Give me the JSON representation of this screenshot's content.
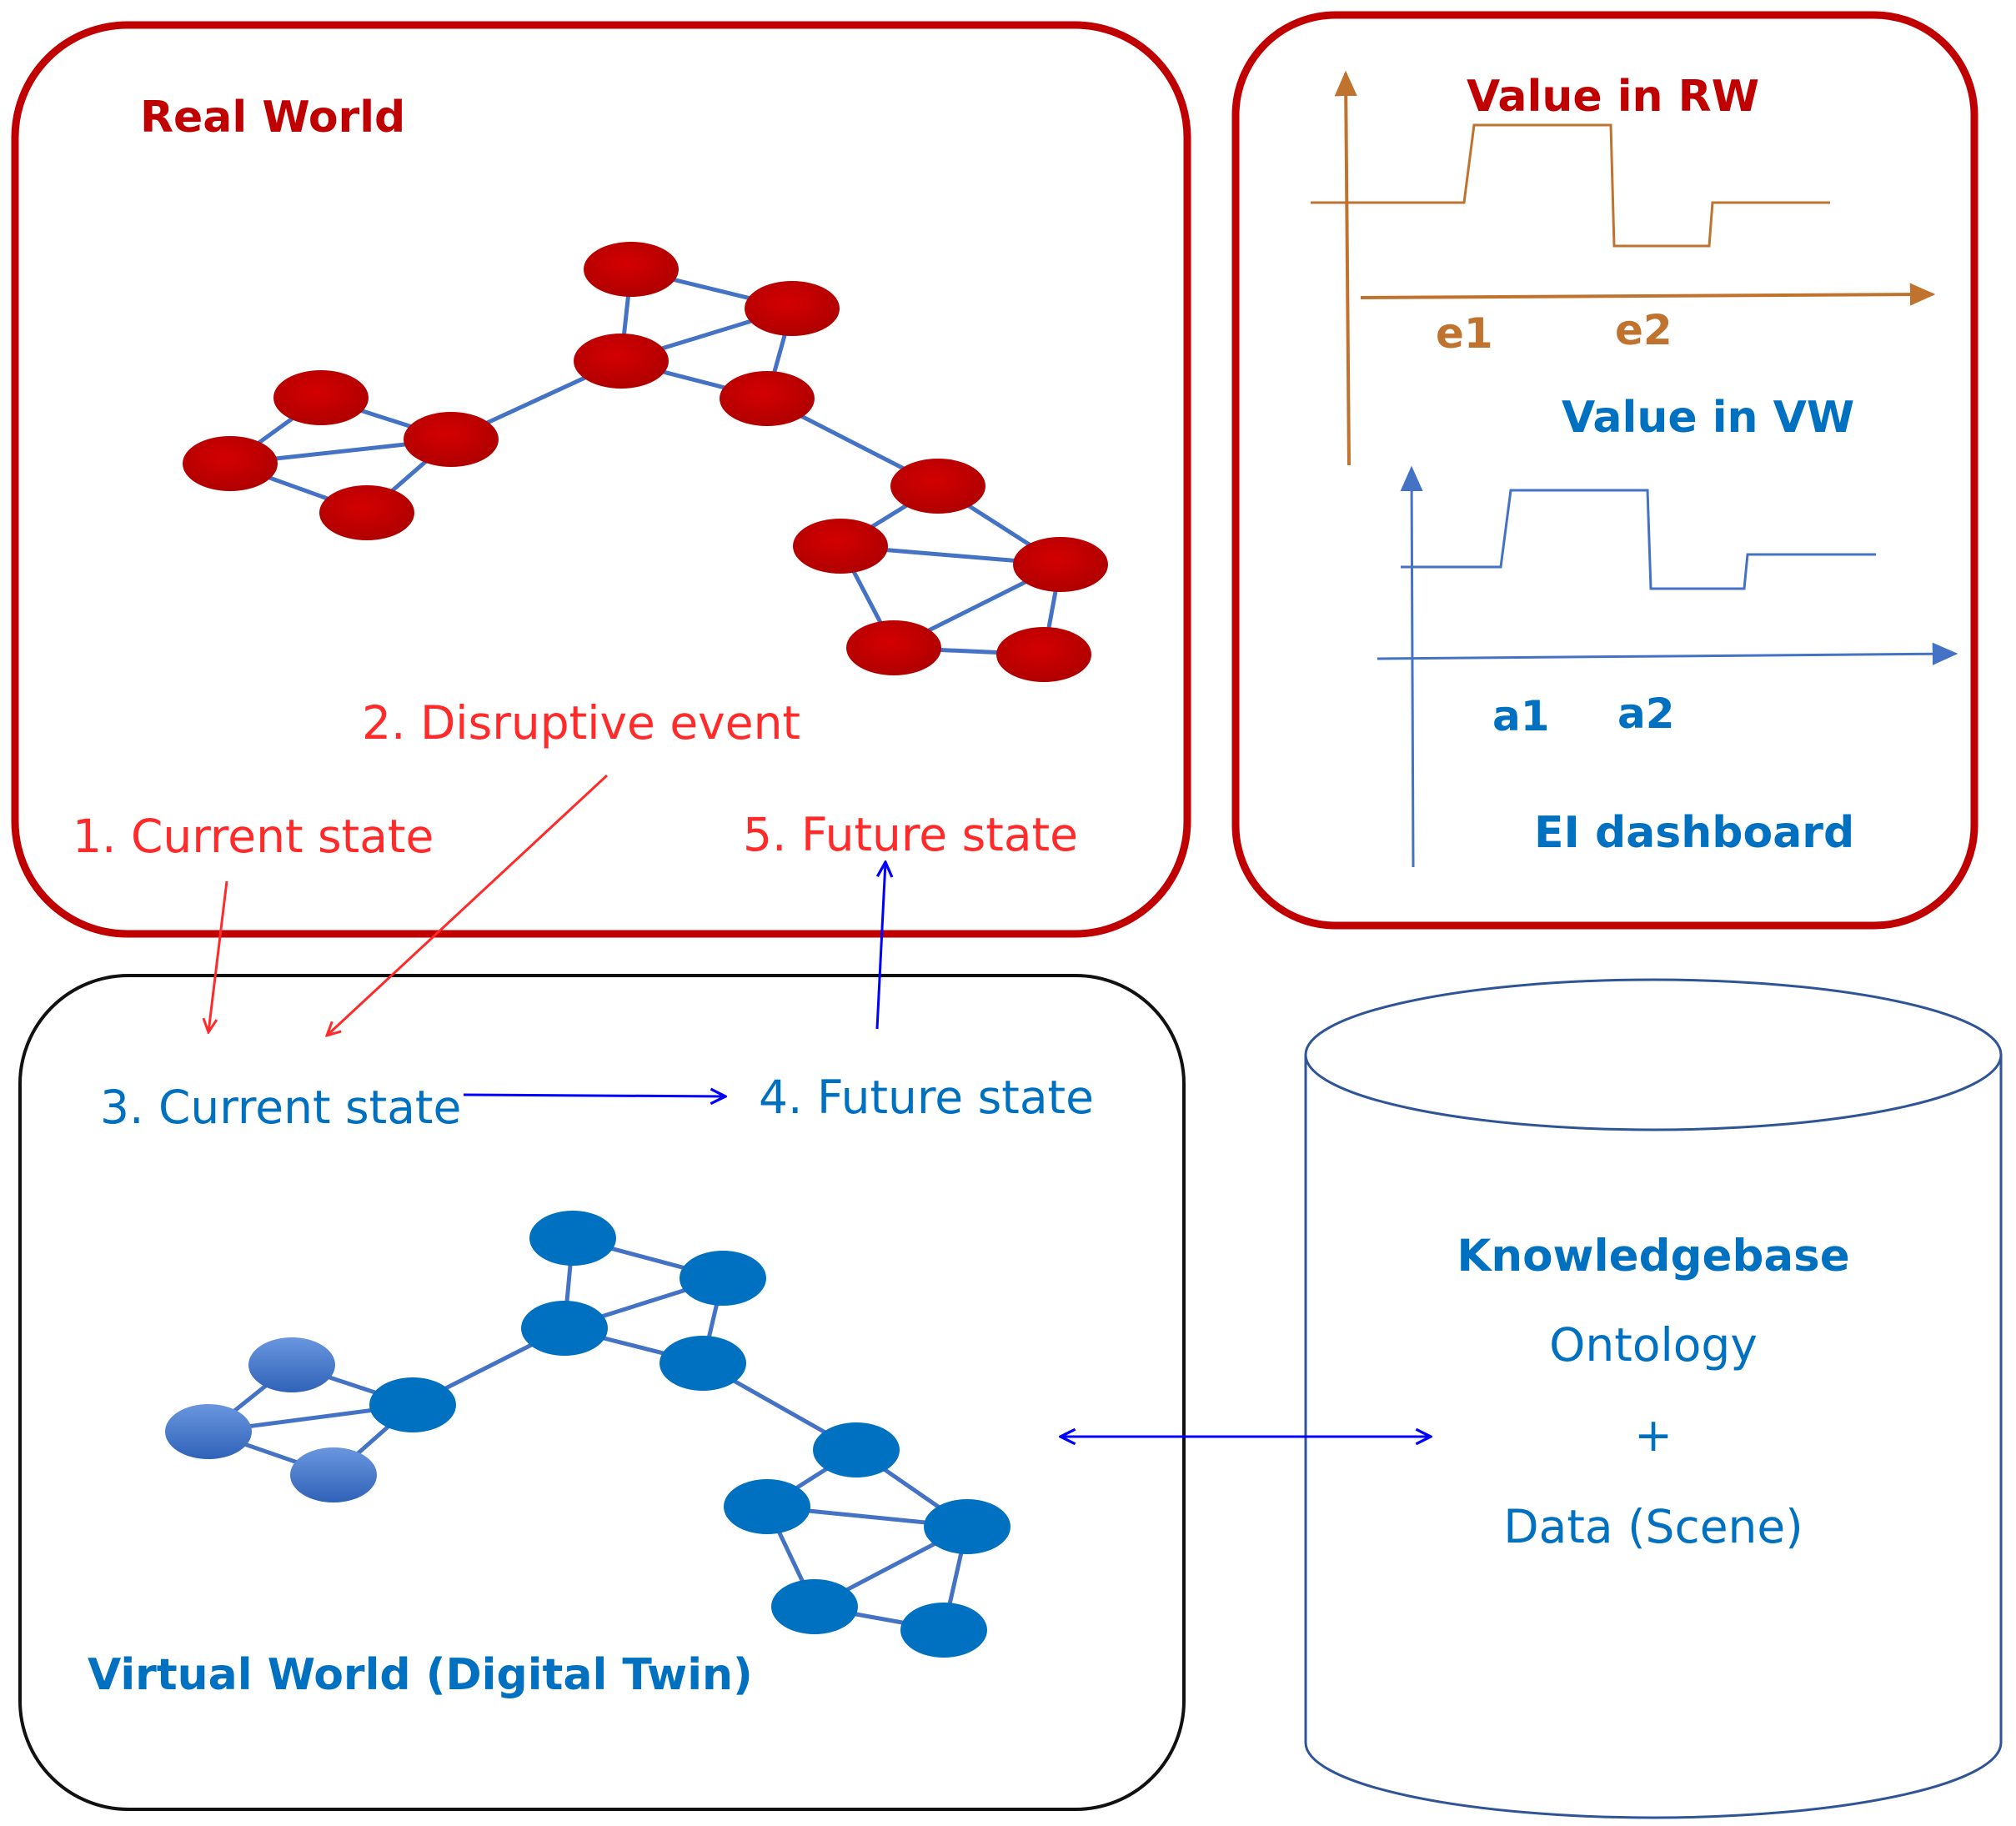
{
  "colors": {
    "dark_red": "#c00000",
    "bright_red": "#ff2a2a",
    "blue_text": "#0070c0",
    "blue_arrow": "#0000ff",
    "edge_blue": "#4472c4",
    "orange_axis": "#c0732e",
    "black": "#111111"
  },
  "real_world": {
    "title": "Real World",
    "label_current": "1. Current state",
    "label_disruptive": "2. Disruptive event",
    "label_future": "5. Future state"
  },
  "virtual_world": {
    "title": "Virtual World (Digital Twin)",
    "label_current": "3. Current state",
    "label_future": "4. Future state"
  },
  "dashboard": {
    "title_rw": "Value in RW",
    "event_e1": "e1",
    "event_e2": "e2",
    "title_vw": "Value in VW",
    "event_a1": "a1",
    "event_a2": "a2",
    "caption": "EI dashboard"
  },
  "knowledgebase": {
    "title": "Knowledgebase",
    "line1": "Ontology",
    "line2": "+",
    "line3": "Data (Scene)"
  }
}
